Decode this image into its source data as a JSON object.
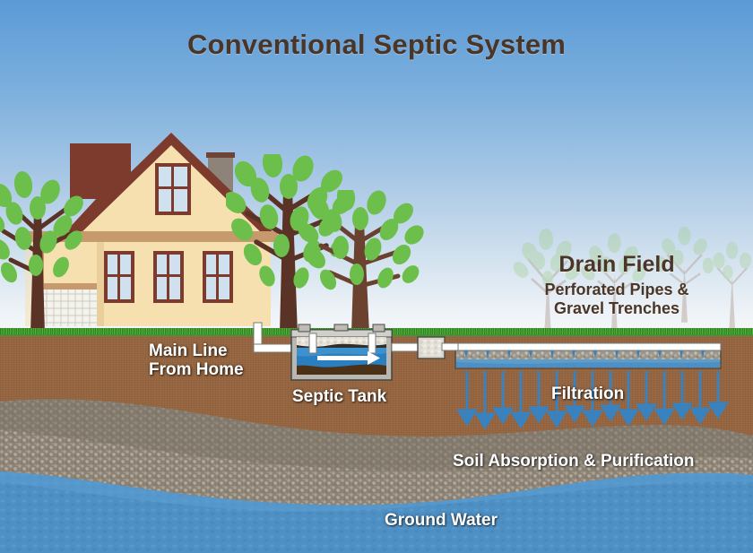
{
  "title": "Conventional Septic System",
  "labels": {
    "drain_field": "Drain Field",
    "drain_field_sub1": "Perforated Pipes &",
    "drain_field_sub2": "Gravel Trenches",
    "main_line_1": "Main Line",
    "main_line_2": "From Home",
    "septic_tank": "Septic Tank",
    "filtration": "Filtration",
    "soil_absorption": "Soil Absorption & Purification",
    "ground_water": "Ground Water"
  },
  "colors": {
    "sky_top": "#5b9ad6",
    "sky_horizon": "#f5f8fa",
    "grass": "#3f9630",
    "topsoil": "#96653f",
    "subsoil": "#8b8275",
    "groundwater": "#4e90c4",
    "house_wall": "#f7e0b0",
    "house_roof": "#7d3b2e",
    "tree_trunk": "#5b3326",
    "tree_leaf": "#6cbf4a",
    "pipe_white": "#ffffff",
    "tank_concrete": "#cfcfcb",
    "effluent_blue": "#2a7fc1",
    "sludge": "#4a3118",
    "gravel": "#9a968c",
    "text_dark": "#4a3526",
    "text_light": "#ffffff",
    "arrow_blue": "#3a82bd"
  },
  "diagram": {
    "type": "cross-section",
    "layers": [
      {
        "name": "sky",
        "label": ""
      },
      {
        "name": "grass-surface",
        "label": ""
      },
      {
        "name": "topsoil",
        "label": ""
      },
      {
        "name": "subsoil",
        "label": "Soil Absorption & Purification"
      },
      {
        "name": "groundwater",
        "label": "Ground Water"
      }
    ],
    "components": [
      {
        "name": "house",
        "label": ""
      },
      {
        "name": "main-line",
        "label": "Main Line From Home"
      },
      {
        "name": "septic-tank",
        "label": "Septic Tank"
      },
      {
        "name": "distribution-box",
        "label": ""
      },
      {
        "name": "drain-field-trench",
        "label": "Drain Field"
      },
      {
        "name": "filtration-arrows",
        "label": "Filtration"
      }
    ],
    "filtration_arrow_count": 15,
    "perforation_count": 12
  }
}
